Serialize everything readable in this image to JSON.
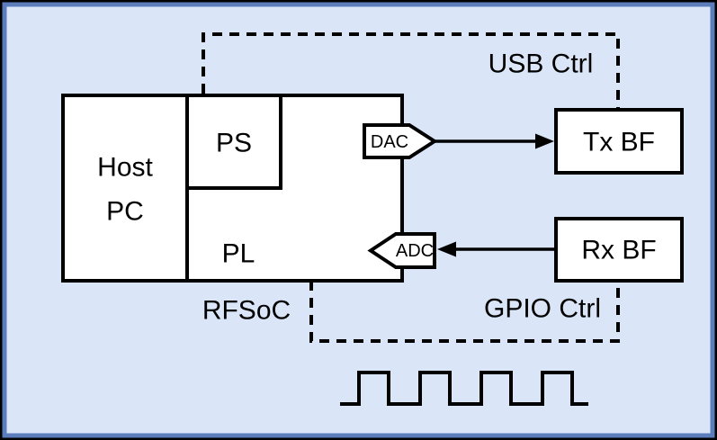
{
  "colors": {
    "frame_outer": "#000000",
    "frame_inner": "#5b7dbb",
    "background": "#dae5f7",
    "box_fill": "#ffffff",
    "line": "#000000"
  },
  "labels": {
    "host_line1": "Host",
    "host_line2": "PC",
    "ps": "PS",
    "pl": "PL",
    "rfsoc": "RFSoC",
    "usb_ctrl": "USB Ctrl",
    "gpio_ctrl": "GPIO Ctrl",
    "dac": "DAC",
    "adc": "ADC",
    "tx_bf": "Tx BF",
    "rx_bf": "Rx BF"
  }
}
